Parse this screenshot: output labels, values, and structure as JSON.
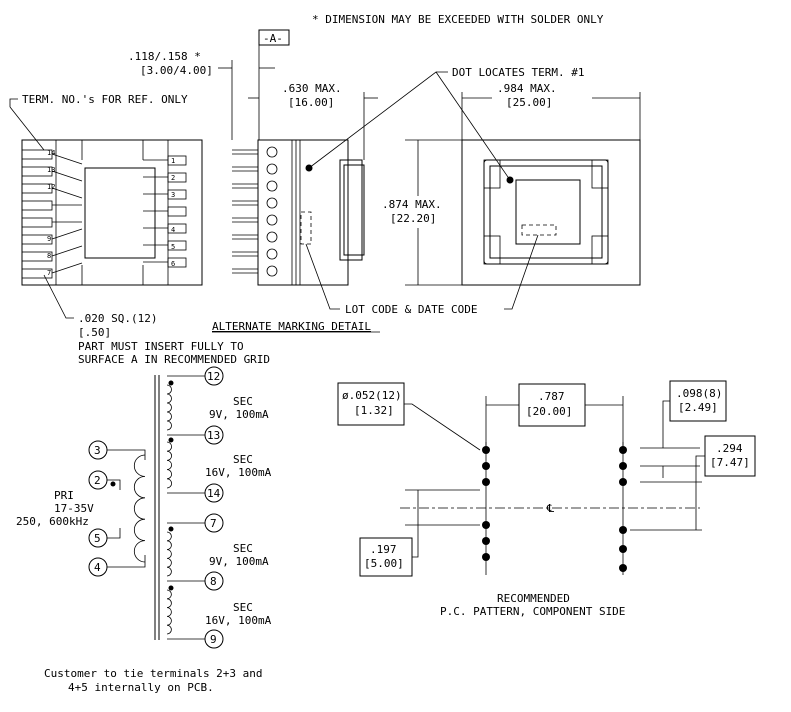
{
  "notes": {
    "dimension_note": "* DIMENSION MAY BE EXCEEDED WITH SOLDER ONLY",
    "datum": "-A-",
    "term_ref": "TERM. NO.'s FOR REF. ONLY",
    "dot_locates": "DOT LOCATES TERM. #1",
    "lot_code": "LOT CODE & DATE CODE",
    "alt_marking": "ALTERNATE MARKING DETAIL",
    "insert_note_1": "PART MUST INSERT FULLY TO",
    "insert_note_2": "SURFACE A IN RECOMMENDED GRID",
    "customer_note_1": "Customer to tie terminals 2+3 and",
    "customer_note_2": "4+5 internally on PCB."
  },
  "dims": {
    "pin_len_1": ".118/.158 *",
    "pin_len_2": "[3.00/4.00]",
    "depth_1": ".630 MAX.",
    "depth_2": "[16.00]",
    "width_1": ".984 MAX.",
    "width_2": "[25.00]",
    "height_1": ".874 MAX.",
    "height_2": "[22.20]",
    "pin_sq_1": ".020 SQ.(12)",
    "pin_sq_2": "[.50]"
  },
  "terminals_left": [
    "14",
    "13",
    "12",
    "9",
    "8",
    "7"
  ],
  "terminals_right": [
    "1",
    "2",
    "3",
    "4",
    "5",
    "6"
  ],
  "schematic": {
    "pri_label": "PRI",
    "pri_volt": "17-35V",
    "pri_freq": "250, 600kHz",
    "pri_pins": [
      "3",
      "2",
      "5",
      "4"
    ],
    "secondaries": [
      {
        "label": "SEC",
        "rating": "9V, 100mA",
        "pins": [
          "12",
          "13"
        ]
      },
      {
        "label": "SEC",
        "rating": "16V, 100mA",
        "pins": [
          "13",
          "14"
        ]
      },
      {
        "label": "SEC",
        "rating": "9V, 100mA",
        "pins": [
          "7",
          "8"
        ]
      },
      {
        "label": "SEC",
        "rating": "16V, 100mA",
        "pins": [
          "8",
          "9"
        ]
      }
    ]
  },
  "pcb": {
    "hole_1": "ø.052(12)",
    "hole_2": "[1.32]",
    "row_sp_1": ".787",
    "row_sp_2": "[20.00]",
    "pitch_1": ".098(8)",
    "pitch_2": "[2.49]",
    "off_r_1": ".294",
    "off_r_2": "[7.47]",
    "off_l_1": ".197",
    "off_l_2": "[5.00]",
    "cl": "℄",
    "caption_1": "RECOMMENDED",
    "caption_2": "P.C. PATTERN, COMPONENT SIDE"
  }
}
